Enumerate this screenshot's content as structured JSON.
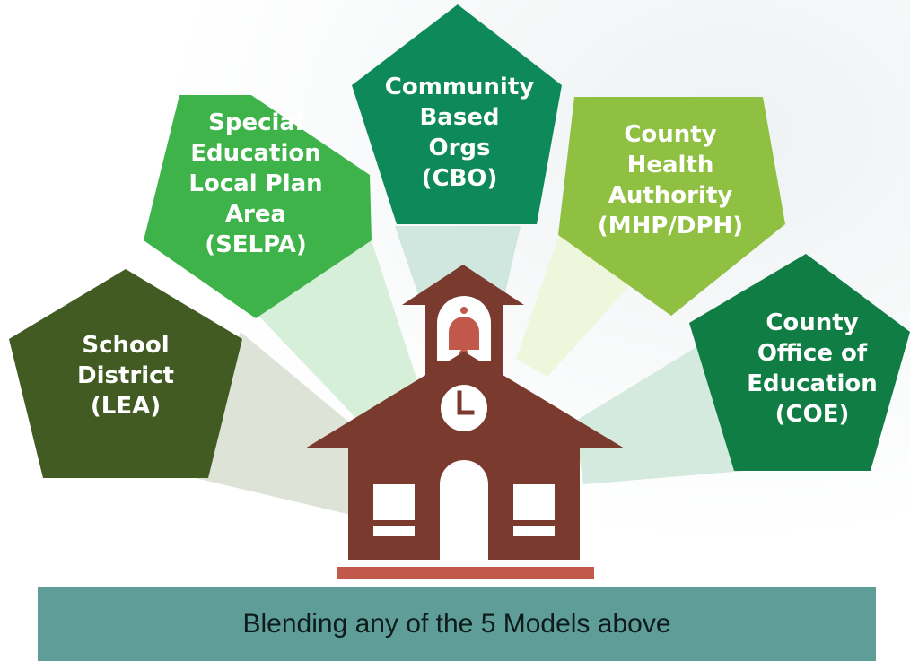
{
  "models": [
    {
      "id": "lea",
      "lines": [
        "School",
        "District",
        "(LEA)"
      ],
      "color": "#425b23",
      "beam_color": "#dde3d6"
    },
    {
      "id": "selpa",
      "lines": [
        "Special",
        "Education",
        "Local Plan",
        "Area",
        "(SELPA)"
      ],
      "color": "#3eb34a",
      "beam_color": "#d6efd9"
    },
    {
      "id": "cbo",
      "lines": [
        "Community",
        "Based",
        "Orgs",
        "(CBO)"
      ],
      "color": "#0e8a5a",
      "beam_color": "#cfe7de"
    },
    {
      "id": "mhp",
      "lines": [
        "County",
        "Health",
        "Authority",
        "(MHP/DPH)"
      ],
      "color": "#8fc042",
      "beam_color": "#eef6dc"
    },
    {
      "id": "coe",
      "lines": [
        "County",
        "Office of",
        "Education",
        "(COE)"
      ],
      "color": "#0f7d44",
      "beam_color": "#d5eadf"
    }
  ],
  "school_colors": {
    "wall": "#7a3a2e",
    "bell": "#c2584a",
    "ground": "#c2584a",
    "window": "#ffffff"
  },
  "banner": {
    "text": "Blending any of the 5 Models above",
    "color": "#5f9e98"
  }
}
